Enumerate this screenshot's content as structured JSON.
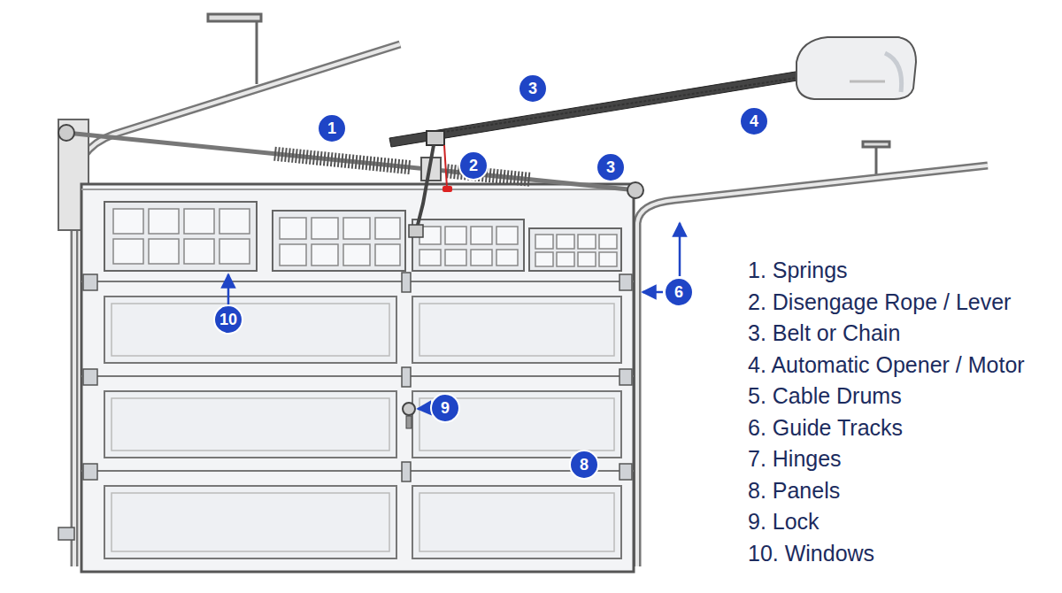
{
  "diagram": {
    "labels": [
      "3",
      "1",
      "4",
      "2",
      "3",
      "6",
      "10",
      "9",
      "8",
      "1. Springs",
      "2. Disengage Rope / Lever",
      "3. Belt or Chain",
      "4. Automatic Opener / Motor",
      "5. Cable Drums",
      "6. Guide Tracks",
      "7. Hinges",
      "8. Panels",
      "9. Lock",
      "10. Windows"
    ]
  }
}
